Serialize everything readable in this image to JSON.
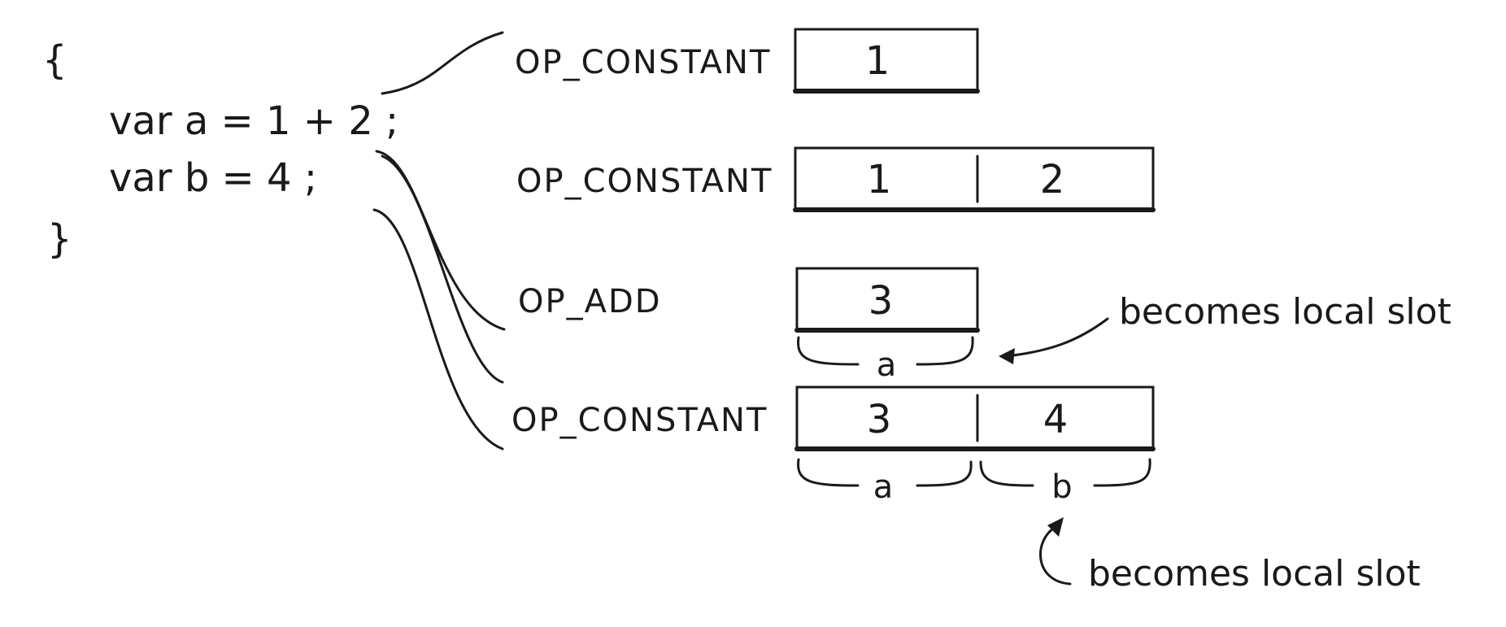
{
  "code": {
    "open_brace": "{",
    "line1": "var a = 1 + 2 ;",
    "line2": "var b = 4 ;",
    "close_brace": "}"
  },
  "rows": [
    {
      "op": "OP_CONSTANT",
      "cells": [
        "1"
      ]
    },
    {
      "op": "OP_CONSTANT",
      "cells": [
        "1",
        "2"
      ]
    },
    {
      "op": "OP_ADD",
      "cells": [
        "3"
      ]
    },
    {
      "op": "OP_CONSTANT",
      "cells": [
        "3",
        "4"
      ]
    }
  ],
  "slots": {
    "row3": [
      "a"
    ],
    "row4": [
      "a",
      "b"
    ]
  },
  "notes": {
    "note1": "becomes local slot",
    "note2": "becomes local slot"
  }
}
